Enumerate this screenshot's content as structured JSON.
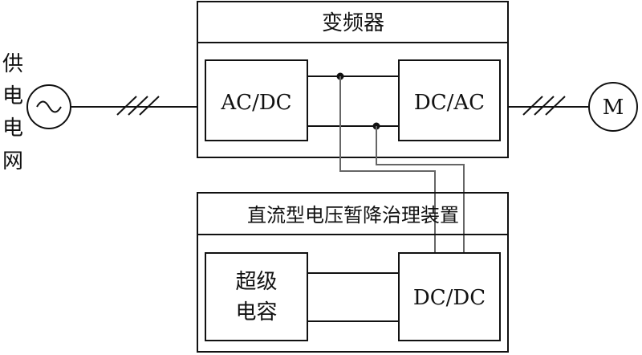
{
  "grid": {
    "label_chars": [
      "供",
      "电",
      "电",
      "网"
    ]
  },
  "inverter": {
    "title": "变频器",
    "rectifier": "AC/DC",
    "inverter_stage": "DC/AC"
  },
  "motor": {
    "label": "M"
  },
  "sag_device": {
    "title": "直流型电压暂降治理装置",
    "supercap_lines": [
      "超级",
      "电容"
    ],
    "converter": "DC/DC"
  },
  "colors": {
    "line": "#111111",
    "dc_link_wire": "#666666"
  }
}
